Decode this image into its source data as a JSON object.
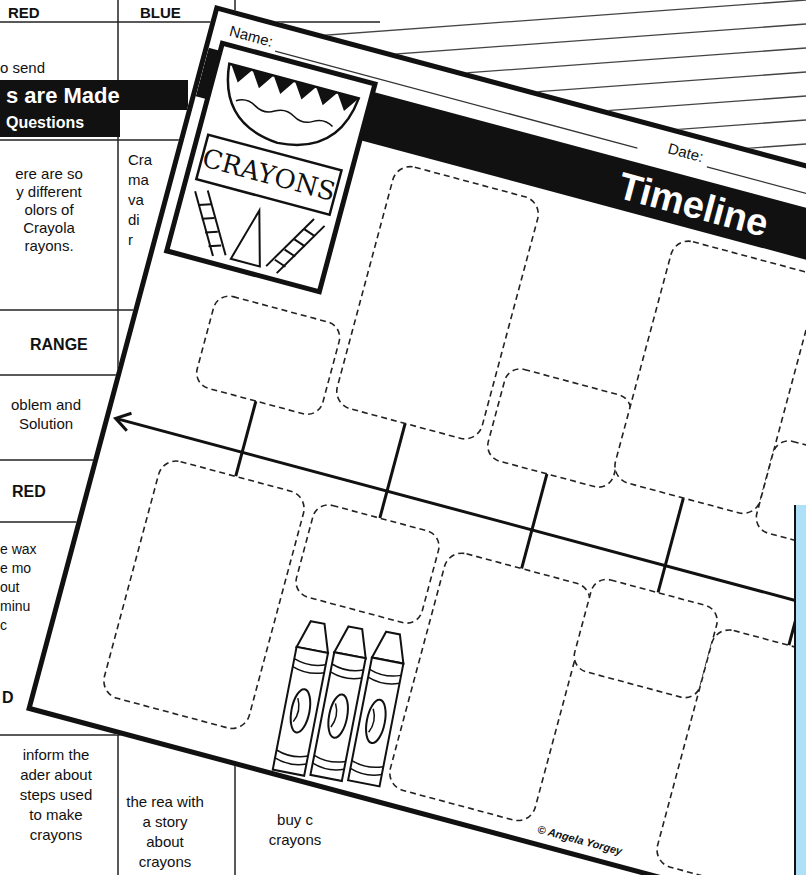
{
  "diagram": {
    "title": "Timeline",
    "labels": [
      "RED",
      "BLUE",
      "o send",
      "s are Made",
      "Questions",
      "ere are so y different olors of Crayola rayons.",
      "Cra ma va di r",
      "RANGE",
      "oblem and Solution",
      "RED",
      "e wax e mo out minu c",
      "D",
      "inform the ader about steps used to make crayons",
      "the rea with a story about crayons",
      "buy c crayons",
      "Name:",
      "Date:",
      "CRAYONS",
      "© Angela Yorgey"
    ]
  }
}
